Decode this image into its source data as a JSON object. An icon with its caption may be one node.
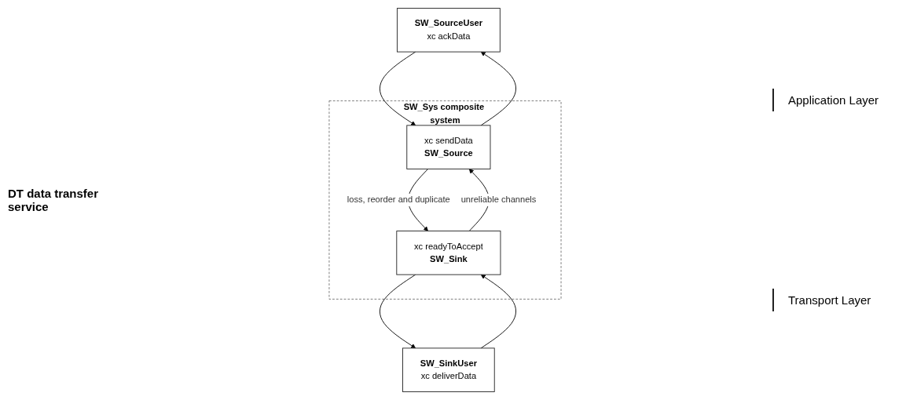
{
  "diagram": {
    "nodes": [
      {
        "text": [
          "SW_SourceUser",
          "xc ackData"
        ]
      },
      {
        "text": [
          "SW_SinkUser",
          "xc deliverData"
        ]
      },
      {
        "text": [
          "SW_Sys composite system"
        ]
      },
      {
        "text": [
          "xc sendData",
          "SW_Source"
        ],
        "in": 2
      },
      {
        "text": [
          "xc readyToAccept",
          "SW_Sink"
        ],
        "in": 2
      }
    ],
    "edges": [
      {
        "from": 0,
        "to": 3,
        "arrow": "to"
      },
      {
        "from": 3,
        "to": 0,
        "arrow": "to"
      },
      {
        "from": 1,
        "to": 4,
        "arrow": "to"
      },
      {
        "from": 4,
        "to": 1,
        "arrow": "to"
      },
      {
        "from": 4,
        "to": 3,
        "arrow": "to",
        "label": "unreliable channels"
      },
      {
        "from": 3,
        "to": 4,
        "arrow": "to",
        "label": "loss, reorder and duplicate"
      }
    ],
    "labels": [
      "Application Layer",
      "DT data transfer service",
      "Transport Layer"
    ]
  }
}
